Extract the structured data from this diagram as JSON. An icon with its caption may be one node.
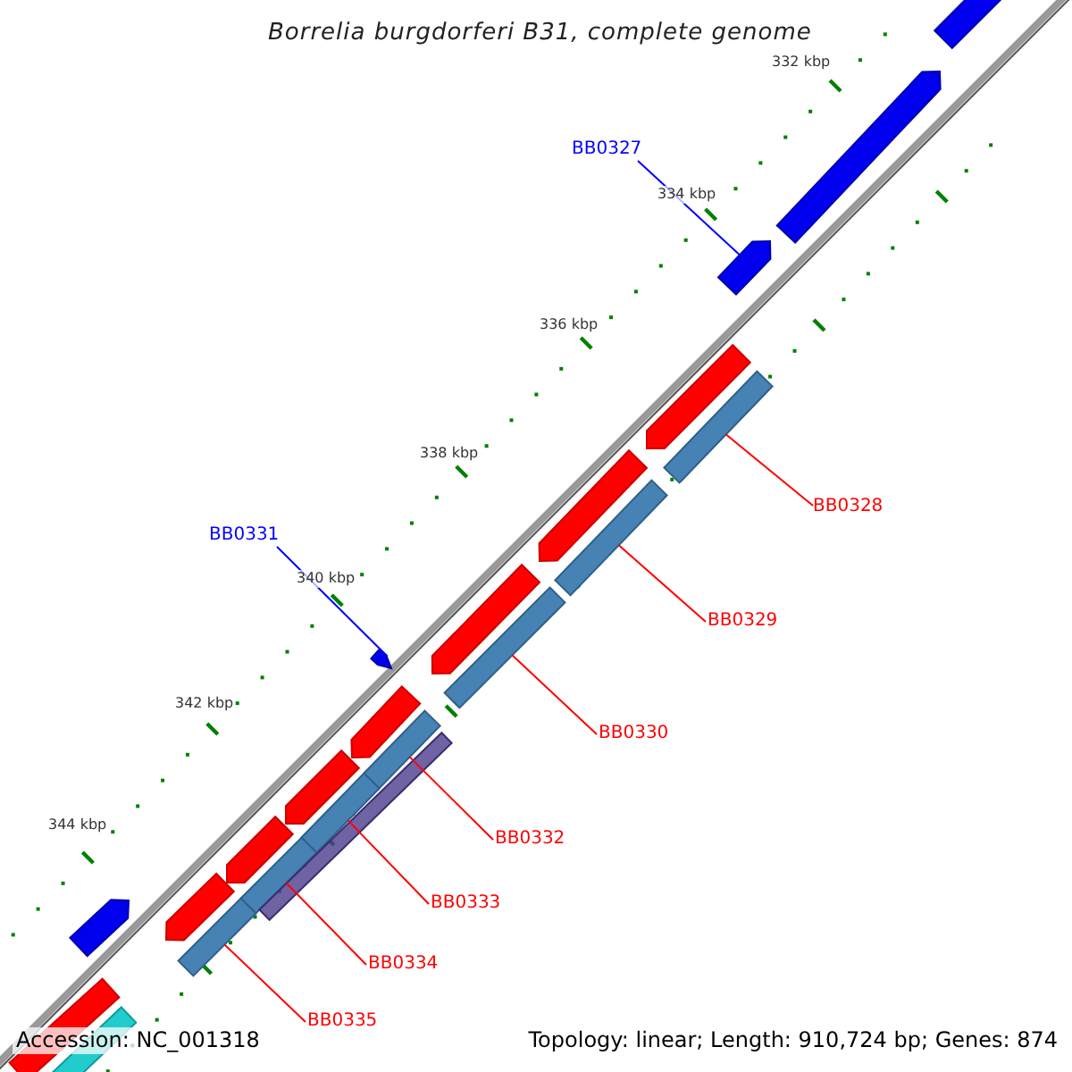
{
  "diagram": {
    "title": "Borrelia burgdorferi B31, complete genome",
    "nodes": [
      {
        "text": [
          "BB0327"
        ]
      },
      {
        "text": [],
        "shape": "bar"
      },
      {
        "text": [
          "BB0328"
        ]
      },
      {
        "text": [],
        "shape": "bar"
      },
      {
        "text": [
          "BB0329"
        ]
      },
      {
        "text": [],
        "shape": "bar"
      },
      {
        "text": [
          "BB0330"
        ]
      },
      {
        "text": [],
        "shape": "bar"
      },
      {
        "text": [
          "BB0331"
        ]
      },
      {
        "text": [],
        "shape": "bar"
      },
      {
        "text": [
          "BB0332"
        ]
      },
      {
        "text": [],
        "shape": "bar"
      },
      {
        "text": [
          "BB0333"
        ]
      },
      {
        "text": [],
        "shape": "bar"
      },
      {
        "text": [
          "BB0334"
        ]
      },
      {
        "text": [],
        "shape": "bar"
      },
      {
        "text": [
          "BB0335"
        ]
      },
      {
        "text": [],
        "shape": "bar"
      },
      {
        "text": [],
        "shape": "bar"
      },
      {
        "text": [],
        "shape": "bar"
      },
      {
        "text": [],
        "shape": "bar"
      },
      {
        "text": [],
        "shape": "bar"
      },
      {
        "text": [],
        "shape": "bar"
      },
      {
        "text": [],
        "shape": "bar"
      },
      {
        "text": [],
        "shape": "bar"
      },
      {
        "text": [],
        "shape": "bar"
      },
      {
        "text": [],
        "shape": "bar"
      },
      {
        "text": [],
        "shape": "bar"
      },
      {
        "text": [],
        "shape": "bar"
      },
      {
        "text": [],
        "shape": "bar"
      }
    ],
    "edges": [
      {
        "from": 0,
        "to": 1,
        "arrow": "none",
        "color": "#0000ff"
      },
      {
        "from": 2,
        "to": 3,
        "arrow": "none"
      },
      {
        "from": 4,
        "to": 5,
        "arrow": "none"
      },
      {
        "from": 6,
        "to": 7,
        "arrow": "none"
      },
      {
        "from": 8,
        "to": 9,
        "arrow": "none",
        "color": "#0000ff"
      },
      {
        "from": 10,
        "to": 11,
        "arrow": "none"
      },
      {
        "from": 12,
        "to": 13,
        "arrow": "none"
      },
      {
        "from": 14,
        "to": 15,
        "arrow": "none"
      },
      {
        "from": 16,
        "to": 17,
        "arrow": "none"
      }
    ],
    "labels": [
      "332 kbp",
      "334 kbp",
      "336 kbp",
      "338 kbp",
      "340 kbp",
      "342 kbp",
      "344 kbp",
      "Accession: NC_001318",
      "Topology: linear; Length: 910,724 bp; Genes: 874"
    ]
  }
}
